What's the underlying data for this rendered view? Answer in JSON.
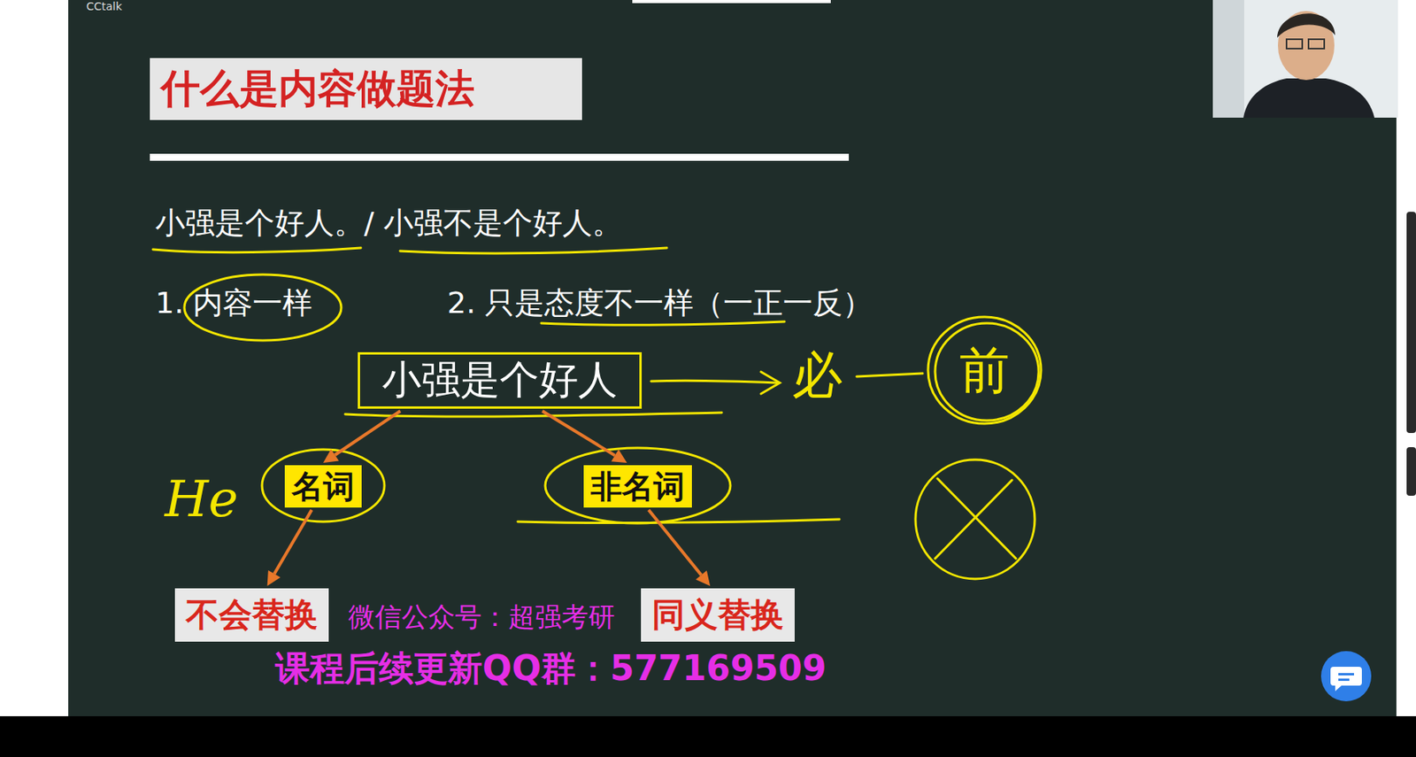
{
  "diagram": {
    "title": "什么是内容做题法",
    "nodes": [
      {
        "text": [
          "小强是个好人"
        ]
      },
      {
        "text": [
          "名词"
        ]
      },
      {
        "text": [
          "非名词"
        ]
      },
      {
        "text": [
          "不会替换"
        ]
      },
      {
        "text": [
          "同义替换"
        ]
      }
    ],
    "edges": [
      {
        "from": 0,
        "to": 1,
        "arrow": "to"
      },
      {
        "from": 0,
        "to": 2,
        "arrow": "to"
      },
      {
        "from": 1,
        "to": 3,
        "arrow": "to"
      },
      {
        "from": 2,
        "to": 4,
        "arrow": "to"
      }
    ],
    "labels": [
      "CCtalk",
      "小强是个好人。/ 小强不是个好人。",
      "1. 内容一样",
      "2. 只是态度不一样（一正一反）",
      "He",
      "必",
      "前",
      "微信公众号：超强考研",
      "课程后续更新QQ群：577169509"
    ]
  }
}
